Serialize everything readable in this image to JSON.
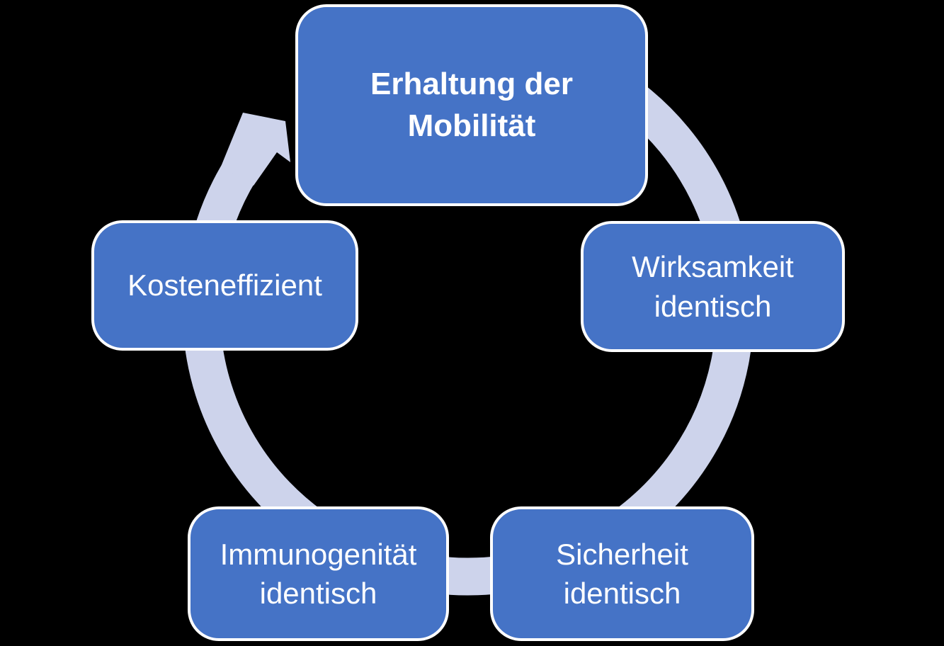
{
  "diagram": {
    "kind": "cycle",
    "nodes": [
      {
        "position": "top",
        "label": "Erhaltung der\nMobilität",
        "text_style": "bold"
      },
      {
        "position": "right",
        "label": "Wirksamkeit\nidentisch",
        "text_style": "normal"
      },
      {
        "position": "bottom-right",
        "label": "Sicherheit\nidentisch",
        "text_style": "normal"
      },
      {
        "position": "bottom-left",
        "label": "Immunogenität\nidentisch",
        "text_style": "normal"
      },
      {
        "position": "left",
        "label": "Kosteneffizient",
        "text_style": "normal"
      }
    ],
    "arrow": {
      "shape": "circular-arrow",
      "direction": "clockwise",
      "color": "#CDD3EB"
    },
    "colors": {
      "background": "#000000",
      "node_fill": "#4573C6",
      "node_border": "#FFFFFF",
      "node_text": "#FFFFFF"
    }
  }
}
